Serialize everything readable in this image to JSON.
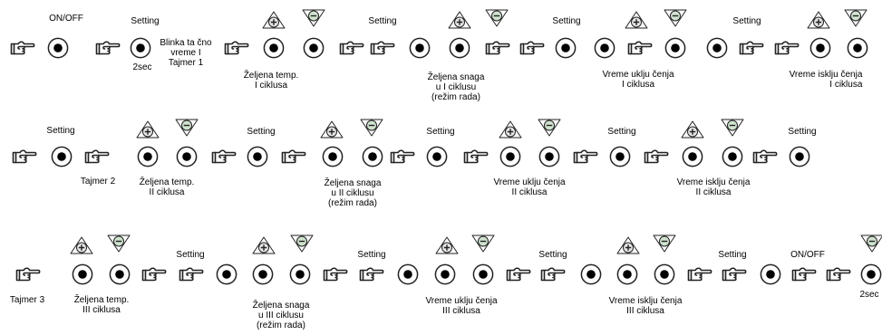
{
  "labels": {
    "on_off": "ON/OFF",
    "setting": "Setting",
    "two_sec": "2sec",
    "blink_time_timer1": "Blinka ta čno\nvreme I\nTajmer 1",
    "timer2": "Tajmer 2",
    "timer3": "Tajmer 3",
    "temp_c1": "Željena temp.\nI ciklusa",
    "power_c1": "Željena snaga\nu I ciklusu\n(režim rada)",
    "on_time_c1": "Vreme uklju čenja\nI ciklusa",
    "off_time_c1": "Vreme isklju čenja\nI ciklusa",
    "temp_c2": "Željena temp.\nII ciklusa",
    "power_c2": "Željena snaga\nu II ciklusu\n(režim rada)",
    "on_time_c2": "Vreme uklju čenja\nII ciklusa",
    "off_time_c2": "Vreme isklju čenja\nII ciklusa",
    "temp_c3": "Željena temp.\nIII ciklusa",
    "power_c3": "Željena snaga\nu III ciklusu\n(režim rada)",
    "on_time_c3": "Vreme uklju čenja\nIII ciklusa",
    "off_time_c3": "Vreme isklju čenja\nIII ciklusa"
  },
  "colors": {
    "line": "#222222",
    "plus_marker_fill": "#e6e6e6",
    "minus_marker_fill": "#cfe3cf"
  },
  "icons": {
    "hand": "pointing-hand-icon",
    "button": "round-button-icon",
    "plus": "plus-triangle-icon",
    "minus": "minus-triangle-icon"
  }
}
